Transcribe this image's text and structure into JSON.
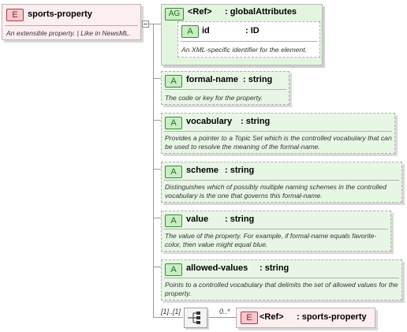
{
  "root": {
    "badge": "E",
    "name": "sports-property",
    "description": "An extensible property. | Like in NewsML."
  },
  "group_ref": {
    "badge": "AG",
    "ref_label": "<Ref>",
    "name": ": globalAttributes",
    "attribute": {
      "badge": "A",
      "name": "id",
      "type": ": ID",
      "description": "An XML-specific identifier for the element."
    }
  },
  "attributes": [
    {
      "badge": "A",
      "name": "formal-name",
      "type": ": string",
      "description": "The code or key for the property."
    },
    {
      "badge": "A",
      "name": "vocabulary",
      "type": ": string",
      "description": "Provides a pointer to a Topic Set which is the controlled vocabulary that can be used to resolve the meaning of the formal-name."
    },
    {
      "badge": "A",
      "name": "scheme",
      "type": ": string",
      "description": "Distinguishes which of possibly multiple naming schemes in the controlled vocabulary is the one that governs this formal-name."
    },
    {
      "badge": "A",
      "name": "value",
      "type": ": string",
      "description": "The value of the property. For example, if formal-name equals favorite-color, then value might equal blue."
    },
    {
      "badge": "A",
      "name": "allowed-values",
      "type": ": string",
      "description": "Points to a controlled vocabulary that delimits the set of allowed values for the property."
    }
  ],
  "sequence": {
    "cardinality": "[1]..[1]",
    "child_cardinality": "0..*",
    "child": {
      "badge": "E",
      "ref_label": "<Ref>",
      "name": ": sports-property"
    }
  }
}
